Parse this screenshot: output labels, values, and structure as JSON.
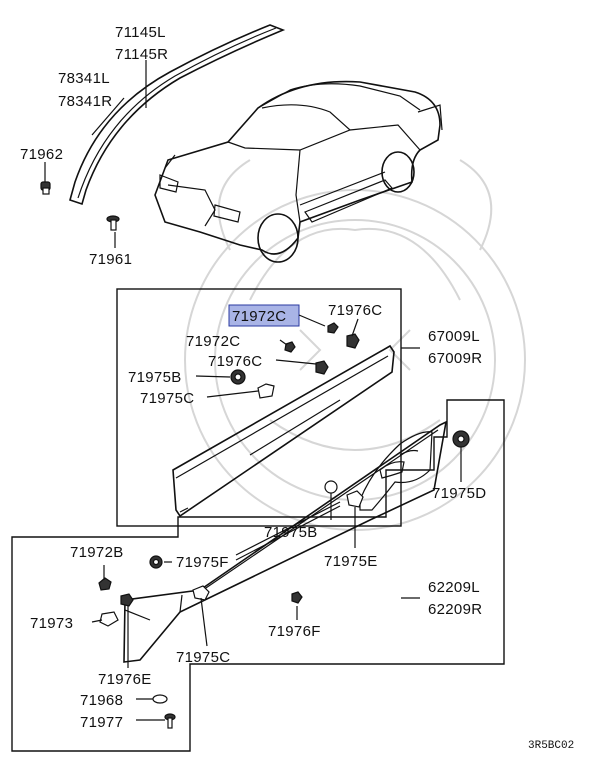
{
  "highlight_color": "#a9b4e6",
  "labels": {
    "p71145L": "71145L",
    "p71145R": "71145R",
    "p78341L": "78341L",
    "p78341R": "78341R",
    "p71962": "71962",
    "p71961": "71961",
    "p71972C_top": "71972C",
    "p71976C_top": "71976C",
    "p71972C_2": "71972C",
    "p71976C_2": "71976C",
    "p71975B_1": "71975B",
    "p71975C_1": "71975C",
    "p67009L": "67009L",
    "p67009R": "67009R",
    "p71975D": "71975D",
    "p71975B_2": "71975B",
    "p71975E": "71975E",
    "p71972B": "71972B",
    "p71975F": "71975F",
    "p62209L": "62209L",
    "p62209R": "62209R",
    "p71973": "71973",
    "p71976F": "71976F",
    "p71975C_2": "71975C",
    "p71976E": "71976E",
    "p71968": "71968",
    "p71977": "71977"
  },
  "diagram_code": "3R5BC02"
}
